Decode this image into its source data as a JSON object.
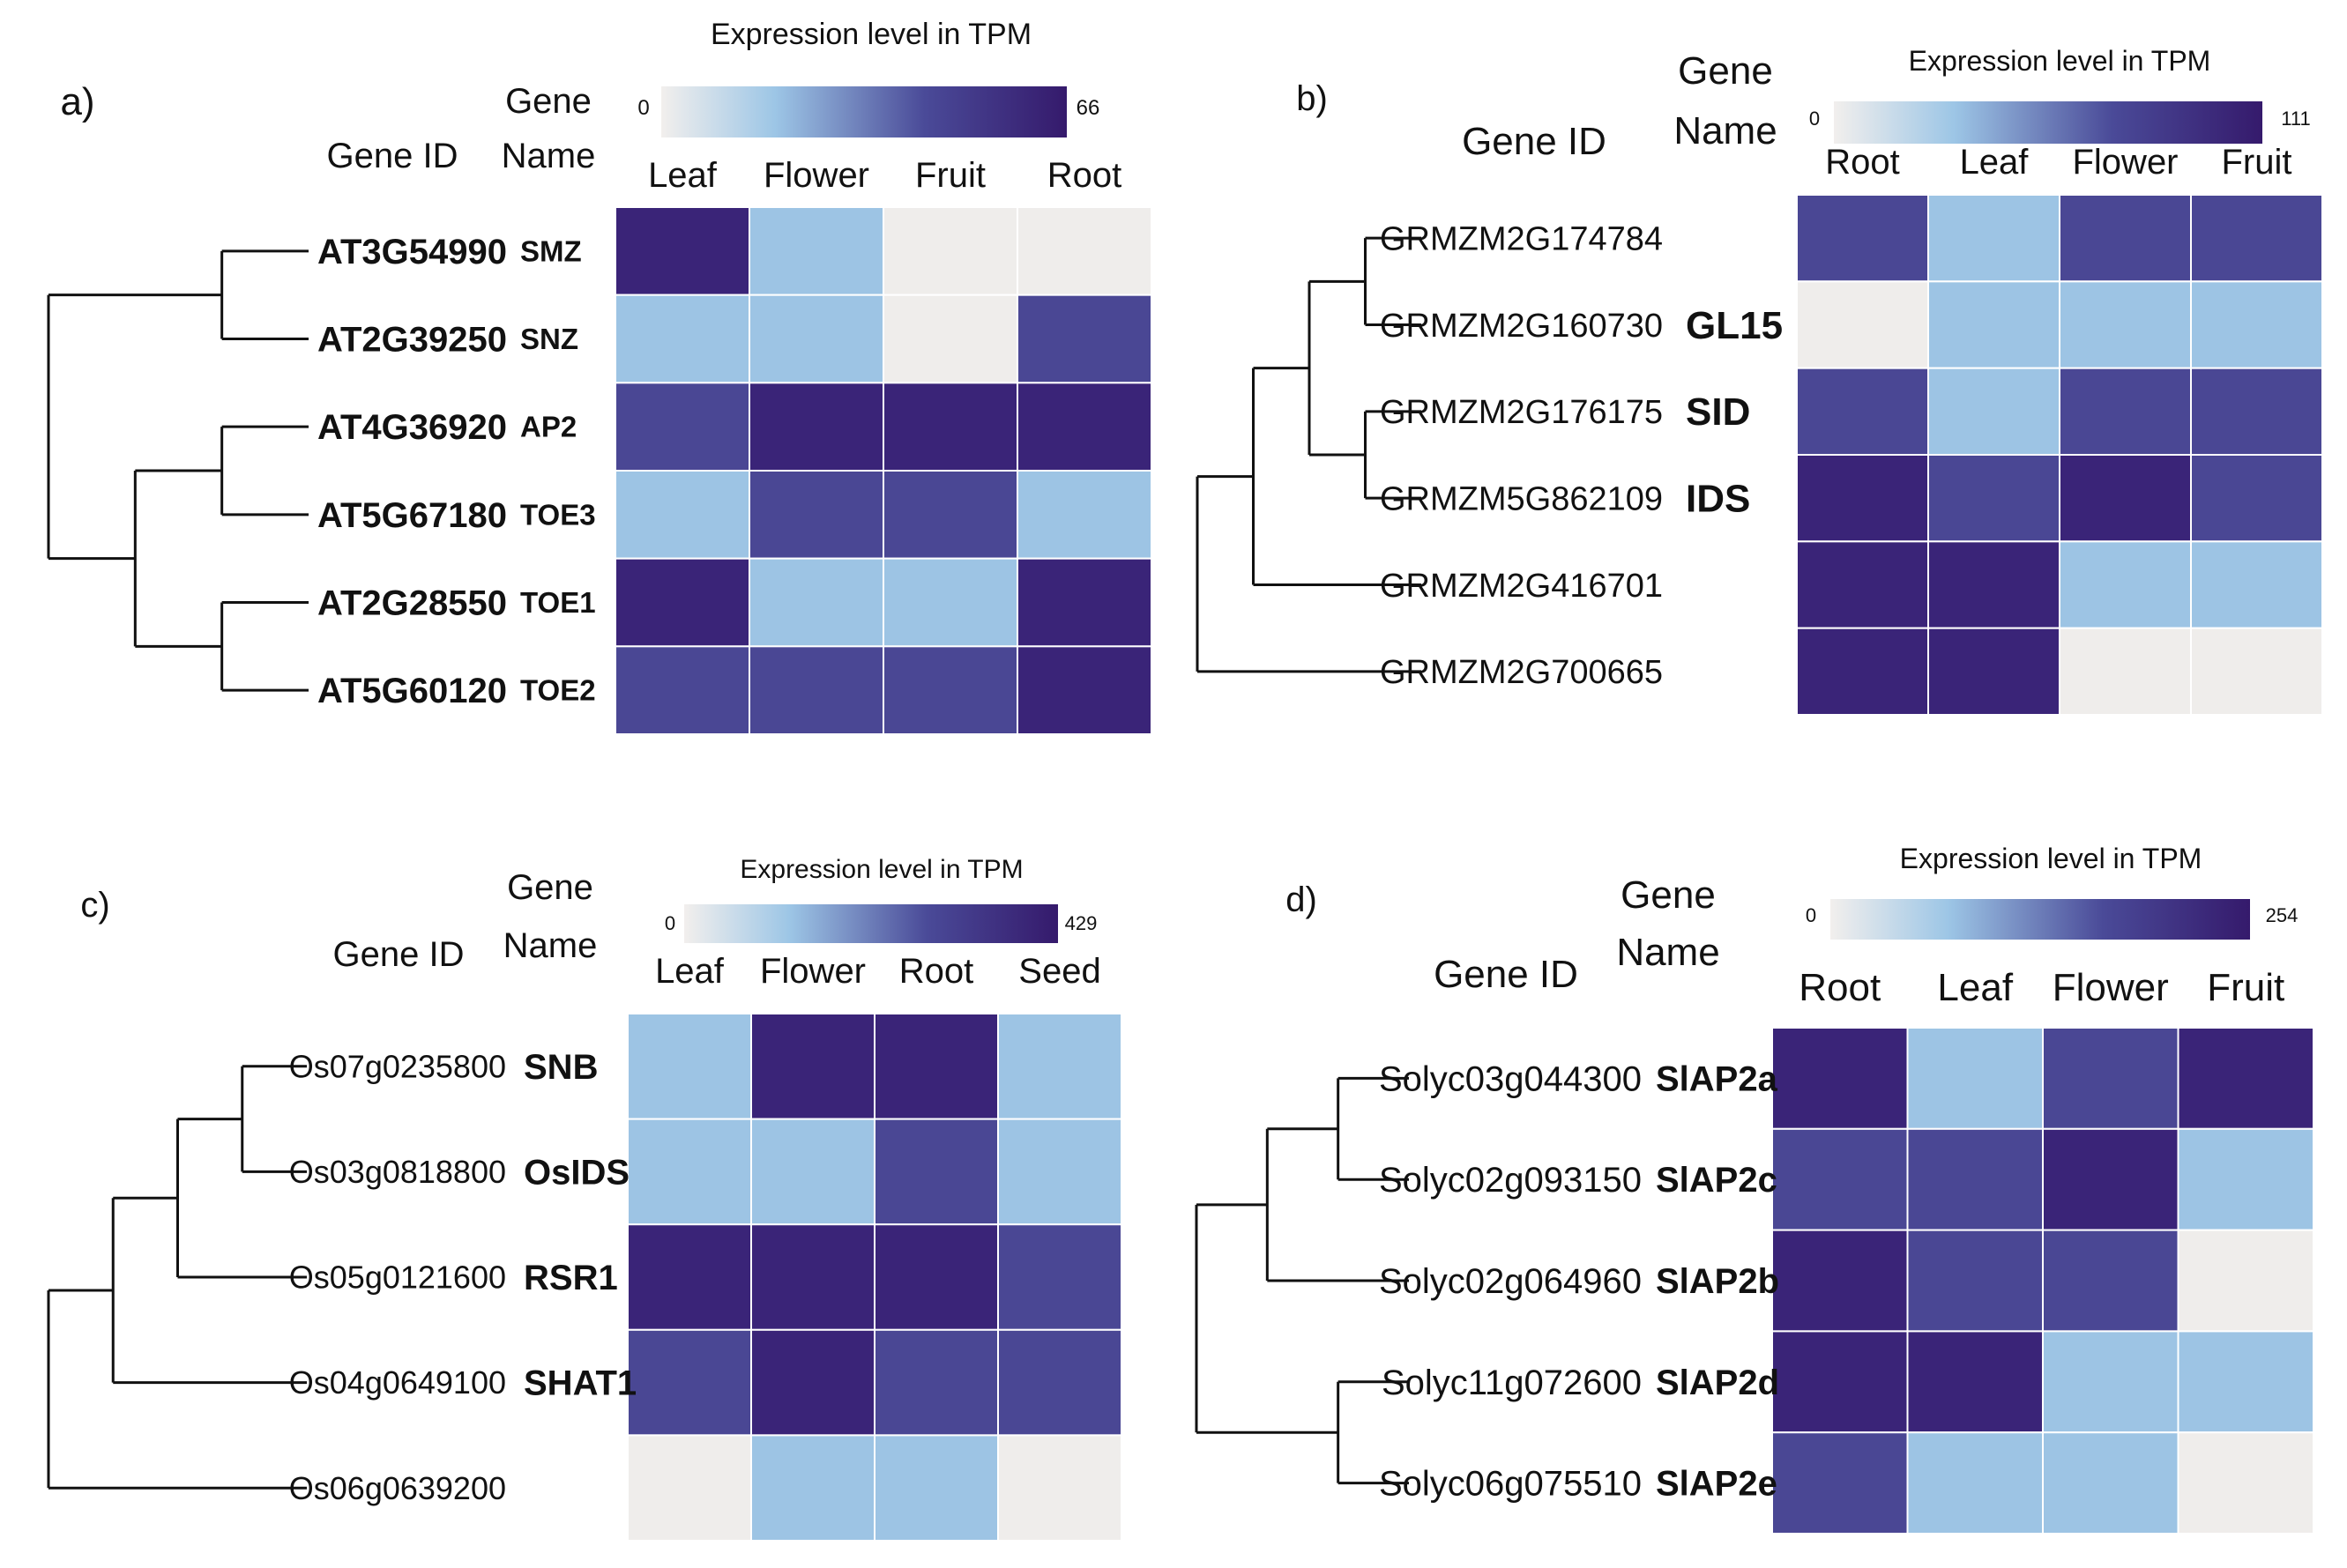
{
  "colors": {
    "scale_low": "#f2efed",
    "scale_mid": "#9dc6e6",
    "scale_high": "#351a6c",
    "level_none": "#efedeb",
    "level_low": "#9dc4e4",
    "level_mid": "#4a4794",
    "level_high": "#3a2478",
    "line": "#111111"
  },
  "chart_data": [
    {
      "type": "heatmap",
      "panel_label": "a)",
      "scale_title": "Expression level in TPM",
      "scale_min_label": "0",
      "scale_max_label": "66",
      "scale_range": [
        0,
        66
      ],
      "gene_id_header": "Gene ID",
      "gene_name_header": [
        "Gene",
        "Name"
      ],
      "columns": [
        "Leaf",
        "Flower",
        "Fruit",
        "Root"
      ],
      "gene_ids": [
        "AT3G54990",
        "AT2G39250",
        "AT4G36920",
        "AT5G67180",
        "AT2G28550",
        "AT5G60120"
      ],
      "gene_names": [
        "SMZ",
        "SNZ",
        "AP2",
        "TOE3",
        "TOE1",
        "TOE2"
      ],
      "tree": [
        [
          [
            0,
            1
          ],
          [
            [
              2,
              3
            ],
            [
              4,
              5
            ]
          ]
        ]
      ],
      "values": [
        [
          3,
          1,
          0,
          0
        ],
        [
          1,
          1,
          0,
          2
        ],
        [
          2,
          3,
          3,
          3
        ],
        [
          1,
          2,
          2,
          1
        ],
        [
          3,
          1,
          1,
          3
        ],
        [
          2,
          2,
          2,
          3
        ]
      ]
    },
    {
      "type": "heatmap",
      "panel_label": "b)",
      "scale_title": "Expression level in TPM",
      "scale_min_label": "0",
      "scale_max_label": "111",
      "scale_range": [
        0,
        111
      ],
      "gene_id_header": "Gene ID",
      "gene_name_header": [
        "Gene",
        "Name"
      ],
      "columns": [
        "Root",
        "Leaf",
        "Flower",
        "Fruit"
      ],
      "gene_ids": [
        "GRMZM2G174784",
        "GRMZM2G160730",
        "GRMZM2G176175",
        "GRMZM5G862109",
        "GRMZM2G416701",
        "GRMZM2G700665"
      ],
      "gene_names": [
        "",
        "GL15",
        "SID",
        "IDS",
        "",
        ""
      ],
      "tree": [
        [
          [
            [
              [
                0,
                1
              ],
              [
                2,
                3
              ]
            ],
            4
          ],
          5
        ]
      ],
      "values": [
        [
          2,
          1,
          2,
          2
        ],
        [
          0,
          1,
          1,
          1
        ],
        [
          2,
          1,
          2,
          2
        ],
        [
          3,
          2,
          3,
          2
        ],
        [
          3,
          3,
          1,
          1
        ],
        [
          3,
          3,
          0,
          0
        ]
      ]
    },
    {
      "type": "heatmap",
      "panel_label": "c)",
      "scale_title": "Expression level in TPM",
      "scale_min_label": "0",
      "scale_max_label": "429",
      "scale_range": [
        0,
        429
      ],
      "gene_id_header": "Gene ID",
      "gene_name_header": [
        "Gene",
        "Name"
      ],
      "columns": [
        "Leaf",
        "Flower",
        "Root",
        "Seed"
      ],
      "gene_ids": [
        "Os07g0235800",
        "Os03g0818800",
        "Os05g0121600",
        "Os04g0649100",
        "Os06g0639200"
      ],
      "gene_names": [
        "SNB",
        "OsIDS",
        "RSR1",
        "SHAT1",
        ""
      ],
      "tree": [
        [
          [
            [
              [
                0,
                1
              ],
              2
            ],
            3
          ],
          4
        ]
      ],
      "values": [
        [
          1,
          3,
          3,
          1
        ],
        [
          1,
          1,
          2,
          1
        ],
        [
          3,
          3,
          3,
          2
        ],
        [
          2,
          3,
          2,
          2
        ],
        [
          0,
          1,
          1,
          0
        ]
      ]
    },
    {
      "type": "heatmap",
      "panel_label": "d)",
      "scale_title": "Expression level in TPM",
      "scale_min_label": "0",
      "scale_max_label": "254",
      "scale_range": [
        0,
        254
      ],
      "gene_id_header": "Gene ID",
      "gene_name_header": [
        "Gene",
        "Name"
      ],
      "columns": [
        "Root",
        "Leaf",
        "Flower",
        "Fruit"
      ],
      "gene_ids": [
        "Solyc03g044300",
        "Solyc02g093150",
        "Solyc02g064960",
        "Solyc11g072600",
        "Solyc06g075510"
      ],
      "gene_names": [
        "SlAP2a",
        "SlAP2c",
        "SlAP2b",
        "SlAP2d",
        "SlAP2e"
      ],
      "tree": [
        [
          [
            [
              0,
              1
            ],
            2
          ],
          [
            3,
            4
          ]
        ]
      ],
      "values": [
        [
          3,
          1,
          2,
          3
        ],
        [
          2,
          2,
          3,
          1
        ],
        [
          3,
          2,
          2,
          0
        ],
        [
          3,
          3,
          1,
          1
        ],
        [
          2,
          1,
          1,
          0
        ]
      ]
    }
  ]
}
